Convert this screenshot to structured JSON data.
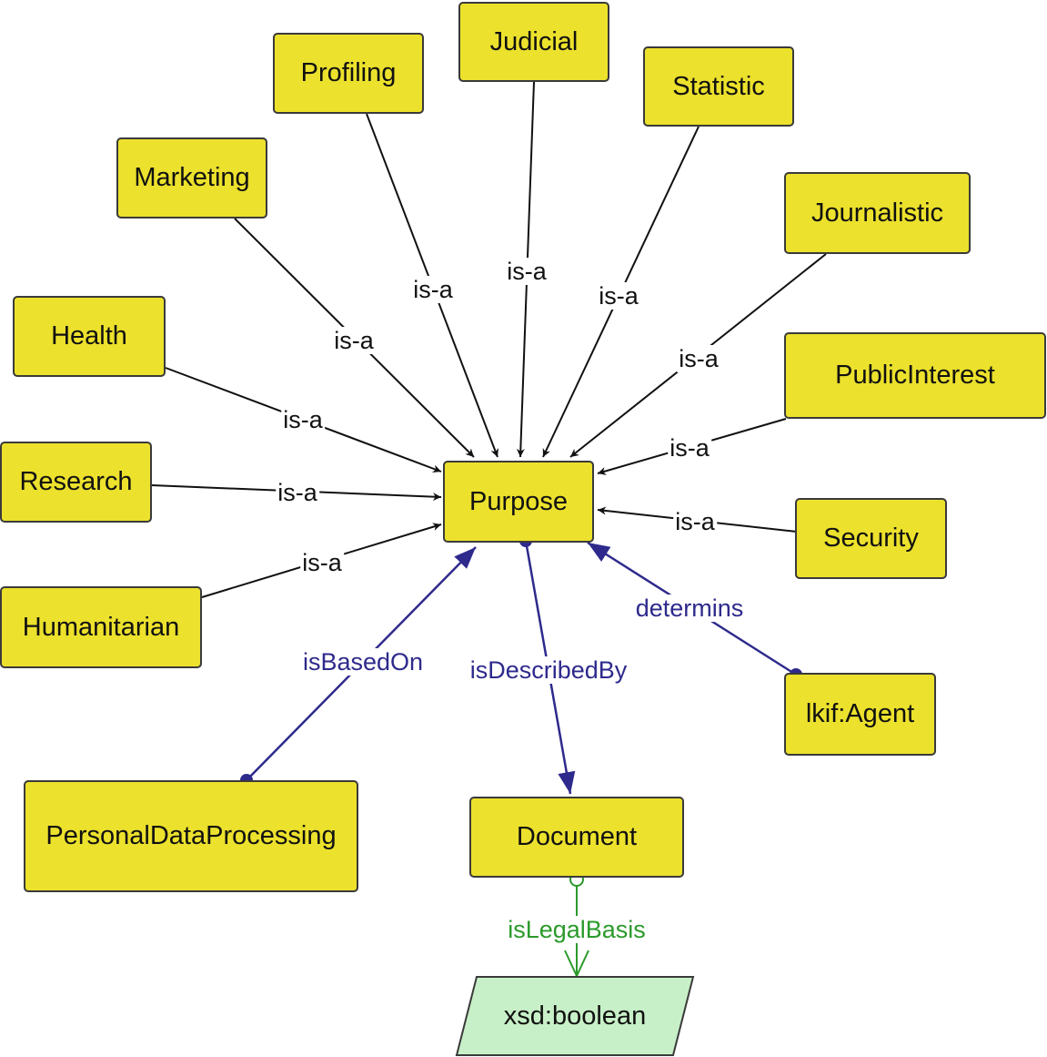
{
  "center": {
    "label": "Purpose"
  },
  "subclasses": [
    {
      "id": "judicial",
      "label": "Judicial",
      "edge_label": "is-a"
    },
    {
      "id": "profiling",
      "label": "Profiling",
      "edge_label": "is-a"
    },
    {
      "id": "statistic",
      "label": "Statistic",
      "edge_label": "is-a"
    },
    {
      "id": "marketing",
      "label": "Marketing",
      "edge_label": "is-a"
    },
    {
      "id": "journalistic",
      "label": "Journalistic",
      "edge_label": "is-a"
    },
    {
      "id": "health",
      "label": "Health",
      "edge_label": "is-a"
    },
    {
      "id": "public-interest",
      "label": "PublicInterest",
      "edge_label": "is-a"
    },
    {
      "id": "research",
      "label": "Research",
      "edge_label": "is-a"
    },
    {
      "id": "security",
      "label": "Security",
      "edge_label": "is-a"
    },
    {
      "id": "humanitarian",
      "label": "Humanitarian",
      "edge_label": "is-a"
    }
  ],
  "related": [
    {
      "id": "personal-data-processing",
      "label": "PersonalDataProcessing",
      "edge_label": "isBasedOn"
    },
    {
      "id": "document",
      "label": "Document",
      "edge_label": "isDescribedBy"
    },
    {
      "id": "lkif-agent",
      "label": "lkif:Agent",
      "edge_label": "determins"
    }
  ],
  "datatype": {
    "label": "xsd:boolean",
    "edge_label": "isLegalBasis"
  },
  "colors": {
    "class_fill": "#ece12c",
    "datatype_fill": "#c8f0c8",
    "isa_edge": "#111111",
    "object_property": "#2e2a8c",
    "datatype_property": "#2b9a2b"
  }
}
